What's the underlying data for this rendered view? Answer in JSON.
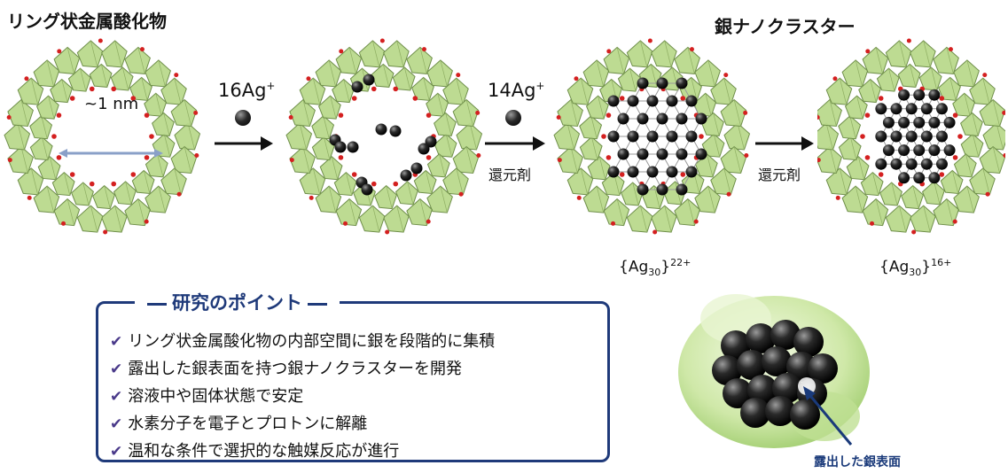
{
  "titles": {
    "left": "リング状金属酸化物",
    "right": "銀ナノクラスター"
  },
  "scale_label": "~1 nm",
  "step1": {
    "reagent": "16Ag",
    "charge": "+"
  },
  "step2": {
    "reagent": "14Ag",
    "charge": "+",
    "reductant": "還元剤"
  },
  "step3": {
    "reductant": "還元剤"
  },
  "formula1": {
    "open": "{Ag",
    "sub": "30",
    "close": "}",
    "sup": "22+"
  },
  "formula2": {
    "open": "{Ag",
    "sub": "30",
    "close": "}",
    "sup": "16+"
  },
  "points": {
    "title": "研究のポイント",
    "items": [
      "リング状金属酸化物の内部空間に銀を段階的に集積",
      "露出した銀表面を持つ銀ナノクラスターを開発",
      "溶液中や固体状態で安定",
      "水素分子を電子とプロトンに解離",
      "温和な条件で選択的な触媒反応が進行"
    ]
  },
  "surface_label": "露出した銀表面",
  "icons": [
    "check-icon",
    "silver-ion-icon",
    "arrow-right-icon"
  ],
  "colors": {
    "polyhedra": "#b9d98c",
    "box": "#1f3a7a",
    "silver": "#111111",
    "oxygen": "#d42020"
  }
}
